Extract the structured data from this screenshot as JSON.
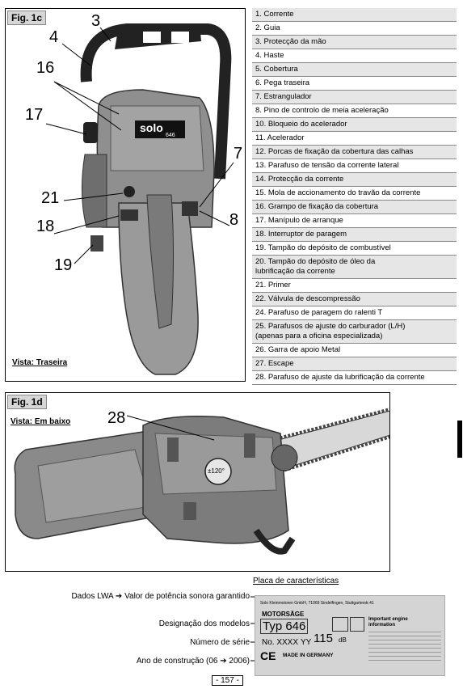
{
  "fig1c": {
    "label": "Fig. 1c",
    "view": "Vista: Traseira",
    "brand": "solo",
    "model": "646",
    "callouts": [
      "3",
      "4",
      "16",
      "17",
      "7",
      "21",
      "18",
      "8",
      "19"
    ]
  },
  "parts": [
    "1. Corrente",
    "2. Guia",
    "3. Protecção da mão",
    "4. Haste",
    "5. Cobertura",
    "6. Pega traseira",
    "7. Estrangulador",
    "8. Pino de controlo de meia aceleração",
    "10. Bloqueio do acelerador",
    "11. Acelerador",
    "12. Porcas de fixação da cobertura das calhas",
    "13. Parafuso de tensão da corrente lateral",
    "14. Protecção da corrente",
    "15. Mola de accionamento do travão da corrente",
    "16. Grampo de fixação da cobertura",
    "17. Manípulo de arranque",
    "18. Interruptor de paragem",
    "19. Tampão do depósito de combustível",
    "20. Tampão do depósito de óleo da\n      lubrificação da corrente",
    "21. Primer",
    "22. Válvula de descompressão",
    "24. Parafuso de paragem do ralenti T",
    "25. Parafusos de ajuste do carburador (L/H)\n      (apenas para a oficina especializada)",
    "26. Garra de apoio Metal",
    "27. Escape",
    "28. Parafuso de ajuste da lubrificação da corrente"
  ],
  "fig1d": {
    "label": "Fig. 1d",
    "view": "Vista: Em baixo",
    "callout": "28",
    "dial": "±120°"
  },
  "plate": {
    "title": "Placa de características",
    "labels": {
      "lwa": "Dados LWA ➔ Valor de potência sonora garantido",
      "model": "Designação dos modelos",
      "serial": "Número de série",
      "year": "Ano de construção (06 ➔ 2006)"
    },
    "maker": "Solo Kleinmotoren GmbH, 71069 Sindelfingen, Stuttgarterstr.41",
    "product": "MOTORSÄGE",
    "typ": "Typ 646",
    "serial": "No. XXXX",
    "yy": "YY",
    "lwa_value": "115",
    "lwa_unit": "dB",
    "made_in": "MADE IN GERMANY",
    "important": "Important engine information"
  },
  "page": "- 157 -"
}
